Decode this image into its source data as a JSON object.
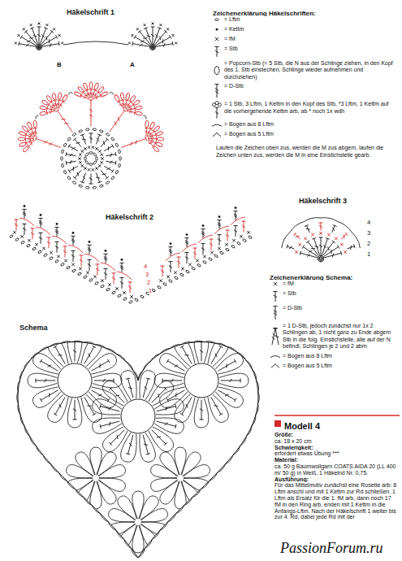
{
  "diagram": {
    "labels": [
      "Häkelschrift 1",
      "B",
      "A",
      "Zeichenerklärung Häkelschriften:",
      "Laufen die Zeichen oben zus, werden die M zus abgem, laufen die Zeichen unten zus, werden die M in eine Einstichstelle gearb.",
      "Häkelschrift 3",
      "4",
      "3",
      "2",
      "1",
      "Häkelschrift 2",
      "4",
      "3",
      "2",
      "1",
      "Zeichenerklärung Schema:",
      "Schema",
      "Modell 4",
      "Größe:",
      "ca. 18 x 20 cm",
      "Schwierigkeit:",
      "erfordert etwas Übung ***",
      "Material:",
      "ca. 50 g Baumwollgarn COATS AIDA 20 (LL 400 m/ 50 g) in Weiß, 1 Häkelnd Nr. 0,75.",
      "Ausführung:",
      "Für das Mittelmotiv zunächst eine Rosette arb: 8 Lftm anschl und mit 1 Kettm zur Rd schließen. 1 Lftm als Ersatz für die 1. fM arb, dann noch 17 fM in den Ring arb, enden mit 1 Kettm in die Anfangs-Lftm. Nach der Häkelschrift 1 weiter bis zur 4. Rd, dabei jede Rd mit der",
      "PassionForum.ru"
    ],
    "legend": [
      {
        "text": "= Lftm"
      },
      {
        "text": "= Kettm"
      },
      {
        "text": "= fM"
      },
      {
        "text": "= Stb"
      },
      {
        "text": "= Popcorn-Stb (= 5 Stb, die N aus der Schlinge ziehen, in den Kopf des 1. Stb einstechen, Schlinge wieder aufnehmen und durchziehen)"
      },
      {
        "text": "= D-Stb"
      },
      {
        "text": "= 1 Stb, 3 Lftm, 1 Kettm in den Kopf des Stb, *3 Lftm, 1 Kettm auf die vorhergehende Kettm arb, ab * noch 1x wdh"
      },
      {
        "text": "= Bogen aus 8 Lftm"
      },
      {
        "text": "= Bogen aus 5 Lftm"
      },
      {
        "text": "= fM"
      },
      {
        "text": "= Stb"
      },
      {
        "text": "= D-Stb"
      },
      {
        "text": "= 1 D-Stb, jedoch zunächst nur 1x 2 Schlingen ab, 1 nicht ganz zu Ende abgem Stb in die folg. Einstichstelle, alle auf der N befindl. Schlingen je 2 und 2 abm"
      },
      {
        "text": "= Bogen aus 8 Lftm"
      },
      {
        "text": "= Bogen aus 5 Lftm"
      }
    ]
  }
}
